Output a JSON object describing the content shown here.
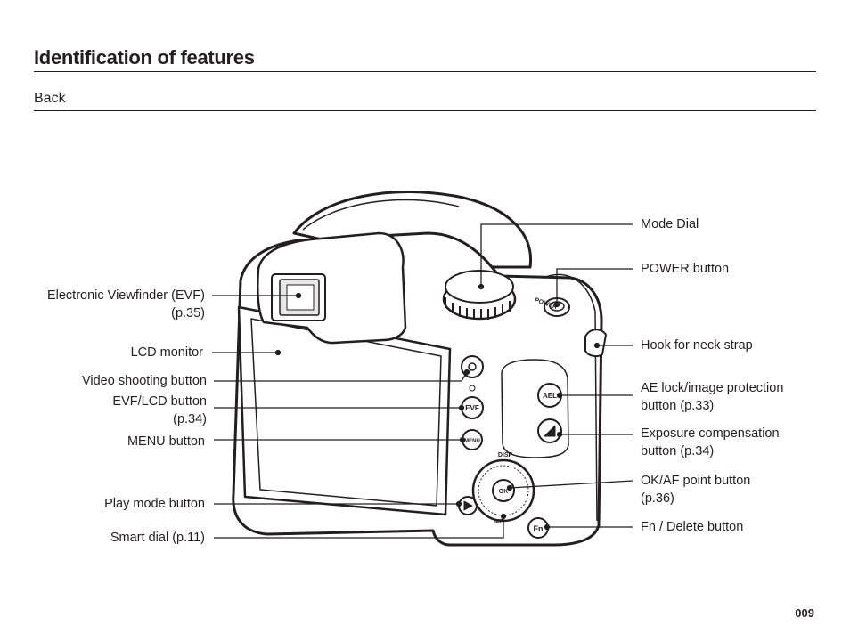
{
  "page": {
    "title": "Identification of features",
    "section": "Back",
    "page_number": "009"
  },
  "callouts_left": [
    {
      "line1": "Electronic Viewfinder (EVF)",
      "line2": "(p.35)"
    },
    {
      "line1": "LCD monitor",
      "line2": ""
    },
    {
      "line1": "Video shooting button",
      "line2": ""
    },
    {
      "line1": "EVF/LCD button",
      "line2": "(p.34)"
    },
    {
      "line1": "MENU button",
      "line2": ""
    },
    {
      "line1": "Play mode button",
      "line2": ""
    },
    {
      "line1": "Smart dial (p.11)",
      "line2": ""
    }
  ],
  "callouts_right": [
    {
      "line1": "Mode Dial",
      "line2": ""
    },
    {
      "line1": "POWER button",
      "line2": ""
    },
    {
      "line1": "Hook for neck strap",
      "line2": ""
    },
    {
      "line1": "AE lock/image protection",
      "line2": "button (p.33)"
    },
    {
      "line1": "Exposure compensation",
      "line2": "button (p.34)"
    },
    {
      "line1": "OK/AF point button",
      "line2": "(p.36)"
    },
    {
      "line1": "Fn / Delete button",
      "line2": ""
    }
  ],
  "camera_markings": {
    "power": "POWER",
    "ael": "AEL",
    "evf": "EVF",
    "menu": "MENU",
    "disp": "DISP",
    "ok": "OK",
    "mf": "MF",
    "fn": "Fn"
  }
}
